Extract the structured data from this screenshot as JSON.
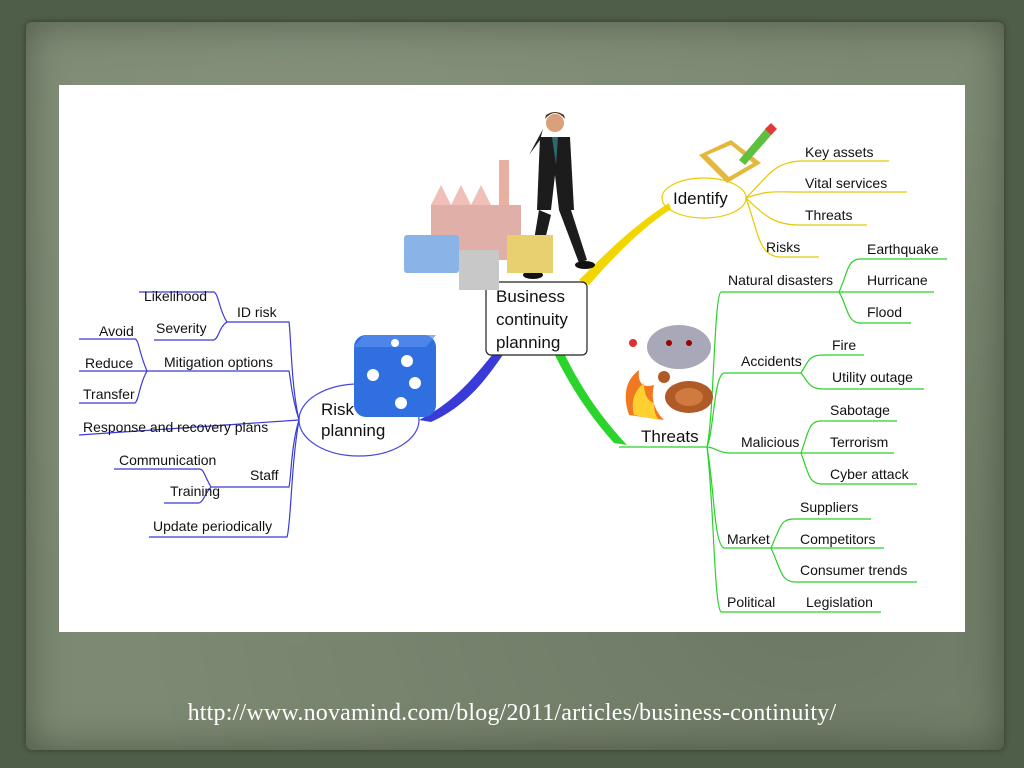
{
  "center": [
    "Business",
    "continuity",
    "planning"
  ],
  "risk_planning": {
    "title": [
      "Risk",
      "planning"
    ],
    "id_risk": "ID risk",
    "likelihood": "Likelihood",
    "severity": "Severity",
    "mitigation": "Mitigation options",
    "avoid": "Avoid",
    "reduce": "Reduce",
    "transfer": "Transfer",
    "response": "Response and recovery plans",
    "staff": "Staff",
    "communication": "Communication",
    "training": "Training",
    "update": "Update periodically"
  },
  "identify": {
    "title": "Identify",
    "key_assets": "Key assets",
    "vital_services": "Vital services",
    "threats": "Threats",
    "risks": "Risks"
  },
  "threats": {
    "title": "Threats",
    "natural": "Natural disasters",
    "earthquake": "Earthquake",
    "hurricane": "Hurricane",
    "flood": "Flood",
    "accidents": "Accidents",
    "fire": "Fire",
    "utility": "Utility outage",
    "malicious": "Malicious",
    "sabotage": "Sabotage",
    "terrorism": "Terrorism",
    "cyber": "Cyber attack",
    "market": "Market",
    "suppliers": "Suppliers",
    "competitors": "Competitors",
    "consumer": "Consumer trends",
    "political": "Political",
    "legislation": "Legislation"
  },
  "source_url": "http://www.novamind.com/blog/2011/articles/business-continuity/",
  "colors": {
    "risk_branch": "#3a3ad8",
    "identify_branch": "#f0d000",
    "threats_branch": "#22d422",
    "slide_bg": "#7d8a73"
  }
}
